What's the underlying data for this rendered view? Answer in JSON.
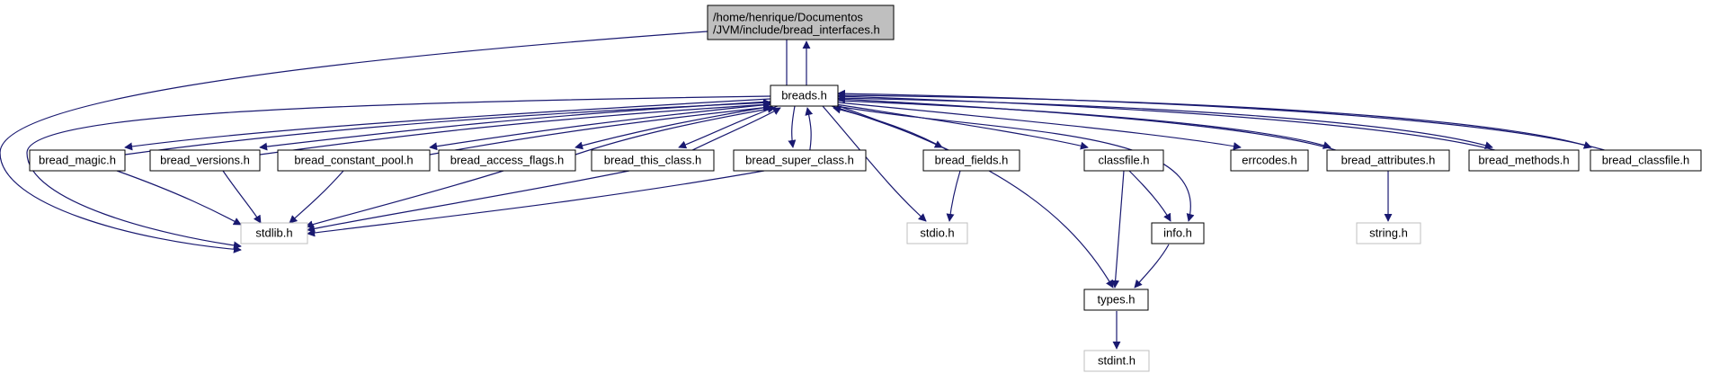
{
  "colors": {
    "edge": "#191970",
    "node_border": "#000000",
    "external_border": "#bfbfbf",
    "root_fill": "#bfbfbf",
    "node_fill": "#ffffff"
  },
  "nodes": {
    "root": {
      "line1": "/home/henrique/Documentos",
      "line2": "/JVM/include/bread_interfaces.h"
    },
    "breads": {
      "label": "breads.h"
    },
    "bread_magic": {
      "label": "bread_magic.h"
    },
    "bread_versions": {
      "label": "bread_versions.h"
    },
    "bread_constant_pool": {
      "label": "bread_constant_pool.h"
    },
    "bread_access_flags": {
      "label": "bread_access_flags.h"
    },
    "bread_this_class": {
      "label": "bread_this_class.h"
    },
    "bread_super_class": {
      "label": "bread_super_class.h"
    },
    "bread_fields": {
      "label": "bread_fields.h"
    },
    "classfile": {
      "label": "classfile.h"
    },
    "errcodes": {
      "label": "errcodes.h"
    },
    "bread_attributes": {
      "label": "bread_attributes.h"
    },
    "bread_methods": {
      "label": "bread_methods.h"
    },
    "bread_classfile": {
      "label": "bread_classfile.h"
    },
    "stdlib": {
      "label": "stdlib.h"
    },
    "stdio": {
      "label": "stdio.h"
    },
    "info": {
      "label": "info.h"
    },
    "string": {
      "label": "string.h"
    },
    "types": {
      "label": "types.h"
    },
    "stdint": {
      "label": "stdint.h"
    }
  }
}
